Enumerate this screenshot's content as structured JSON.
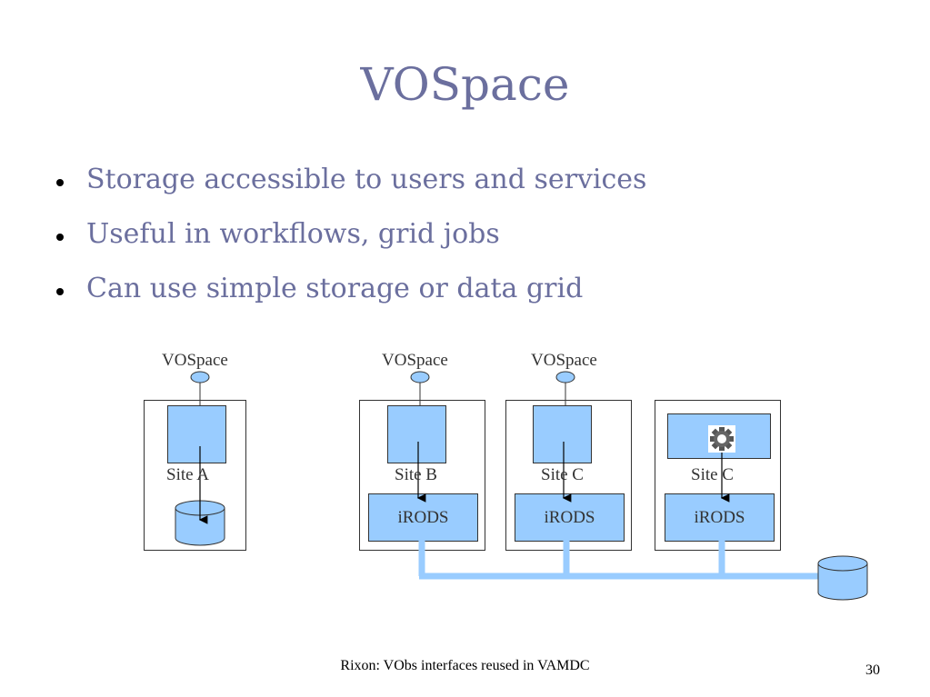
{
  "slide": {
    "title": "VOSpace",
    "bullets": [
      "Storage accessible to users and services",
      "Useful in workflows, grid jobs",
      "Can use simple storage or data grid"
    ],
    "footer": "Rixon: VObs interfaces reused in VAMDC",
    "page_number": "30"
  },
  "diagram": {
    "vospace_labels": [
      "VOSpace",
      "VOSpace",
      "VOSpace"
    ],
    "sites": [
      "Site A",
      "Site B",
      "Site C",
      "Site C"
    ],
    "irods": [
      "iRODS",
      "iRODS",
      "iRODS"
    ],
    "colors": {
      "fill": "#99ccff",
      "bus": "#99ccff",
      "title": "#6b6f9e"
    }
  }
}
